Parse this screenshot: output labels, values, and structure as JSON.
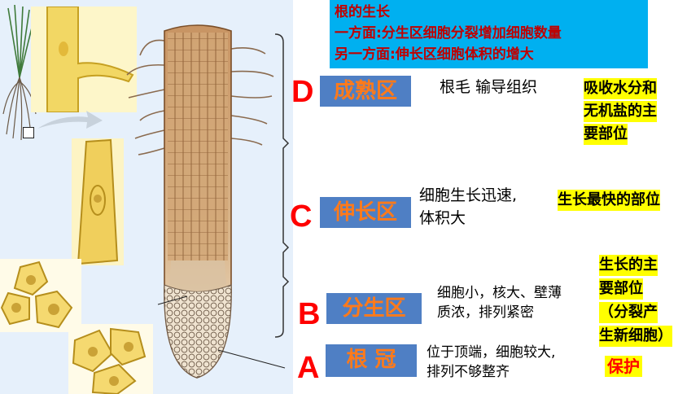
{
  "title_box": {
    "lines": [
      "根的生长",
      "一方面:分生区细胞分裂增加细胞数量",
      "另一方面:伸长区细胞体积的增大"
    ]
  },
  "zones": [
    {
      "letter": "D",
      "name": "成熟区",
      "desc": [
        "根毛  输导组织"
      ],
      "function": [
        "吸收水分和",
        "无机盐的主",
        "要部位"
      ]
    },
    {
      "letter": "C",
      "name": "伸长区",
      "desc": [
        "细胞生长迅速,",
        "体积大"
      ],
      "function": [
        "生长最快的部位"
      ]
    },
    {
      "letter": "B",
      "name": "分生区",
      "desc": [
        "细胞小，核大、壁薄",
        "质浓，排列紧密"
      ],
      "function": [
        "生长的主",
        "要部位",
        "（分裂产",
        "生新细胞）"
      ]
    },
    {
      "letter": "A",
      "name": "根 冠",
      "desc": [
        "位于顶端，细胞较大,",
        "排列不够整齐"
      ],
      "function": [
        "保护"
      ]
    }
  ],
  "colors": {
    "title_bg": "#00b0f0",
    "title_text": "#c00000",
    "zone_bg": "#4f7fc4",
    "zone_text": "#ff7a1a",
    "letter": "#ff0000",
    "highlight": "#ffff00"
  }
}
